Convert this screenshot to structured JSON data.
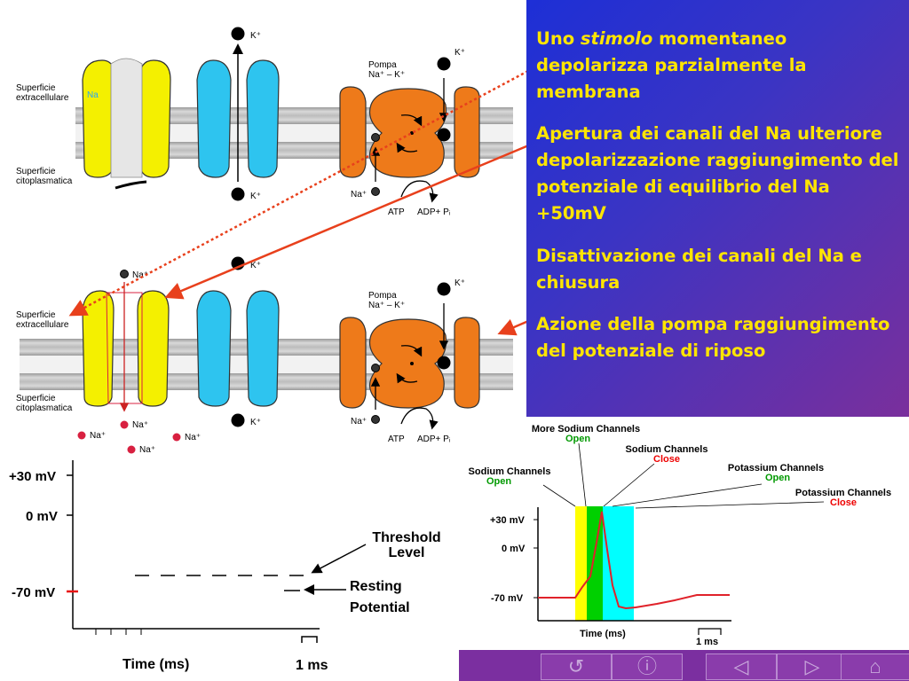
{
  "panel": {
    "p1_pre": "Uno ",
    "p1_italic": "stimolo",
    "p1_post": " momentaneo depolarizza parzialmente la membrana",
    "p2": "Apertura dei canali del Na ulteriore depolarizzazione raggiungimento del potenziale di equilibrio del Na  +50mV",
    "p3": "Disattivazione dei canali del Na e chiusura",
    "p4": "Azione della pompa raggiungimento del potenziale di riposo"
  },
  "membrane": {
    "extracellular": [
      "Superficie",
      "extracellulare"
    ],
    "cytoplasmic": [
      "Superficie",
      "citoplasmatica"
    ],
    "na_channel_label": "Na",
    "pump_label": [
      "Pompa",
      "Na⁺ – K⁺"
    ],
    "k_label": "K⁺",
    "na_label": "Na⁺",
    "atp": "ATP",
    "adp": "ADP+ Pᵢ"
  },
  "graph_left": {
    "y_labels": [
      "+30 mV",
      "0 mV",
      "-70 mV"
    ],
    "threshold": [
      "Threshold",
      "Level"
    ],
    "resting": [
      "Resting",
      "Potential"
    ],
    "xlabel": "Time (ms)",
    "scale": "1 ms"
  },
  "graph_right": {
    "ann1": [
      "More Sodium Channels",
      "Open"
    ],
    "ann2": [
      "Sodium Channels",
      "Close"
    ],
    "ann3": [
      "Sodium Channels",
      "Open"
    ],
    "ann4": [
      "Potassium Channels",
      "Open"
    ],
    "ann5": [
      "Potassium Channels",
      "Close"
    ],
    "y_labels": [
      "+30 mV",
      "0 mV",
      "-70 mV"
    ],
    "xlabel": "Time (ms)",
    "scale": "1 ms",
    "colors": {
      "yellow": "#ffff00",
      "green": "#00d000",
      "cyan": "#00ffff",
      "trace": "#e0222a",
      "open": "#009900",
      "close": "#ee0000"
    }
  },
  "nav": {
    "icons": [
      "return-icon",
      "info-icon",
      "previous-icon",
      "next-icon",
      "home-icon"
    ],
    "glyphs": [
      "↺",
      "ⓘ",
      "◁",
      "▷",
      "⌂"
    ]
  }
}
